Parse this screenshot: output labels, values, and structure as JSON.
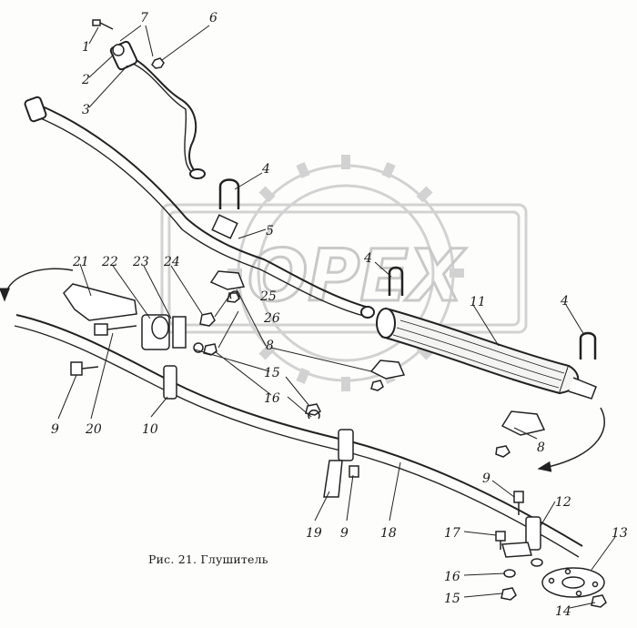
{
  "figure": {
    "caption": "Рис. 21. Глушитель"
  },
  "watermark": {
    "text": "OPEX",
    "color": "#c9c9c9"
  },
  "callouts": [
    {
      "id": "c1",
      "text": "1"
    },
    {
      "id": "c2",
      "text": "2"
    },
    {
      "id": "c3",
      "text": "3"
    },
    {
      "id": "c4a",
      "text": "4"
    },
    {
      "id": "c4b",
      "text": "4"
    },
    {
      "id": "c4c",
      "text": "4"
    },
    {
      "id": "c5",
      "text": "5"
    },
    {
      "id": "c6",
      "text": "6"
    },
    {
      "id": "c7",
      "text": "7"
    },
    {
      "id": "c8a",
      "text": "8"
    },
    {
      "id": "c8b",
      "text": "8"
    },
    {
      "id": "c9a",
      "text": "9"
    },
    {
      "id": "c9b",
      "text": "9"
    },
    {
      "id": "c9c",
      "text": "9"
    },
    {
      "id": "c10",
      "text": "10"
    },
    {
      "id": "c11",
      "text": "11"
    },
    {
      "id": "c12",
      "text": "12"
    },
    {
      "id": "c13",
      "text": "13"
    },
    {
      "id": "c14",
      "text": "14"
    },
    {
      "id": "c15a",
      "text": "15"
    },
    {
      "id": "c15b",
      "text": "15"
    },
    {
      "id": "c16a",
      "text": "16"
    },
    {
      "id": "c16b",
      "text": "16"
    },
    {
      "id": "c17",
      "text": "17"
    },
    {
      "id": "c18",
      "text": "18"
    },
    {
      "id": "c19",
      "text": "19"
    },
    {
      "id": "c20",
      "text": "20"
    },
    {
      "id": "c21",
      "text": "21"
    },
    {
      "id": "c22",
      "text": "22"
    },
    {
      "id": "c23",
      "text": "23"
    },
    {
      "id": "c24",
      "text": "24"
    },
    {
      "id": "c25",
      "text": "25"
    },
    {
      "id": "c26",
      "text": "26"
    }
  ]
}
